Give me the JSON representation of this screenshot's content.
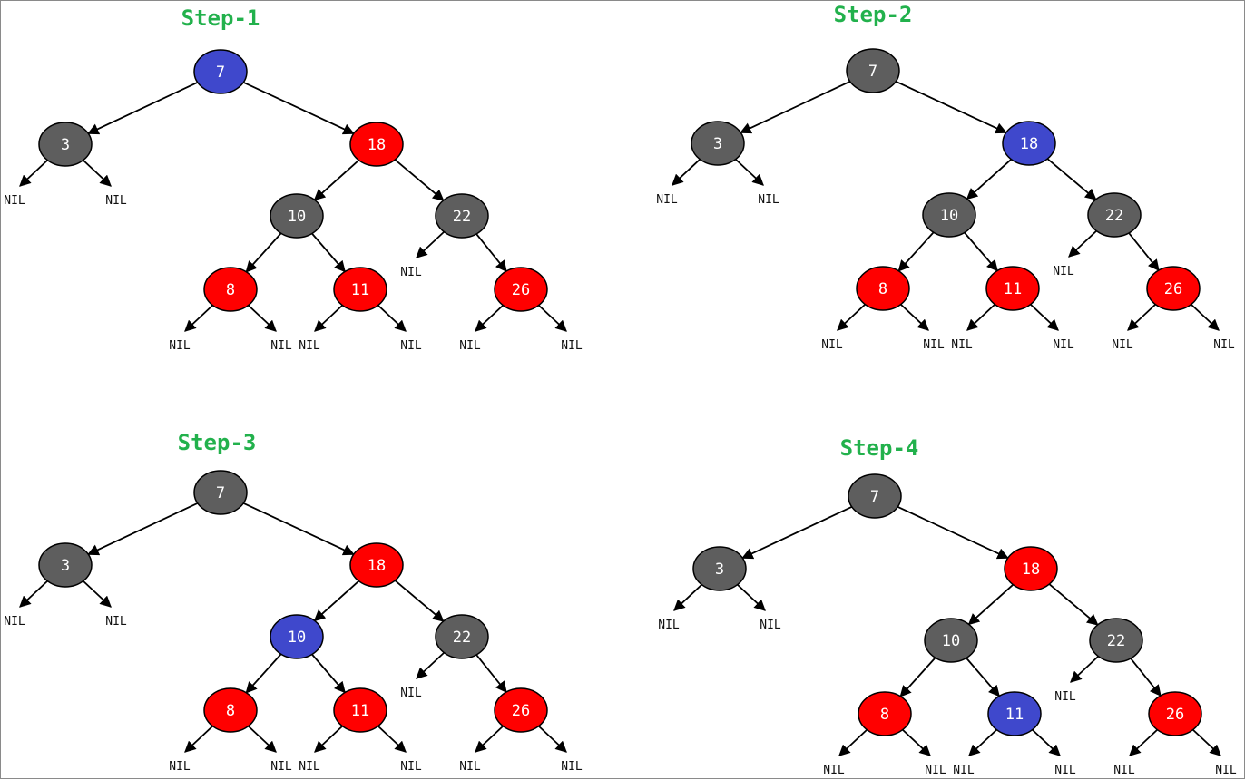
{
  "colors": {
    "black_node": "#5e5e5e",
    "red_node": "#ff0000",
    "current_node": "#3f48cc",
    "title": "#22b14c"
  },
  "nil_label": "NIL",
  "tree": {
    "7": {
      "key": "7",
      "color": "black",
      "left": "3",
      "right": "18"
    },
    "3": {
      "key": "3",
      "color": "black",
      "left": null,
      "right": null
    },
    "18": {
      "key": "18",
      "color": "red",
      "left": "10",
      "right": "22"
    },
    "10": {
      "key": "10",
      "color": "black",
      "left": "8",
      "right": "11"
    },
    "22": {
      "key": "22",
      "color": "black",
      "left": null,
      "right": "26"
    },
    "8": {
      "key": "8",
      "color": "red",
      "left": null,
      "right": null
    },
    "11": {
      "key": "11",
      "color": "red",
      "left": null,
      "right": null
    },
    "26": {
      "key": "26",
      "color": "red",
      "left": null,
      "right": null
    }
  },
  "root": "7",
  "steps": [
    {
      "title": "Step-1",
      "highlight": "7"
    },
    {
      "title": "Step-2",
      "highlight": "18"
    },
    {
      "title": "Step-3",
      "highlight": "10"
    },
    {
      "title": "Step-4",
      "highlight": "11"
    }
  ]
}
